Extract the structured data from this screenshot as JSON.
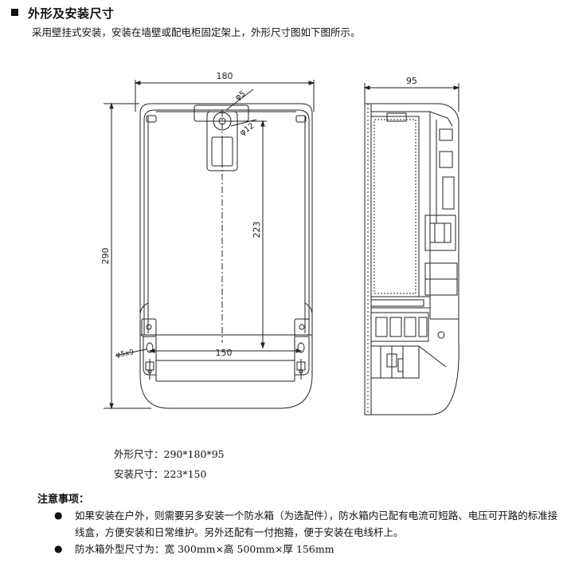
{
  "section": {
    "title": "外形及安装尺寸",
    "intro": "采用壁挂式安装，安装在墙壁或配电柜固定架上，外形尺寸图如下图所示。"
  },
  "drawing": {
    "front": {
      "width_label": "180",
      "height_label": "290",
      "mount_height_label": "223",
      "mount_width_label": "150",
      "hole_top_label": "φ5",
      "hole_mid_label": "φ12",
      "hole_bottom_label": "φ5x9"
    },
    "side": {
      "depth_label": "95"
    }
  },
  "specs": {
    "outline": "外形尺寸：290*180*95",
    "mount": "安装尺寸：223*150"
  },
  "notes": {
    "title": "注意事项：",
    "items": [
      "如果安装在户外，则需要另多安装一个防水箱（为选配件），防水箱内已配有电流可短路、电压可开路的标准接线盒，方便安装和日常维护。另外还配有一付抱箍，便于安装在电线杆上。",
      "防水箱外型尺寸为：宽 300mm×高 500mm×厚 156mm"
    ]
  }
}
